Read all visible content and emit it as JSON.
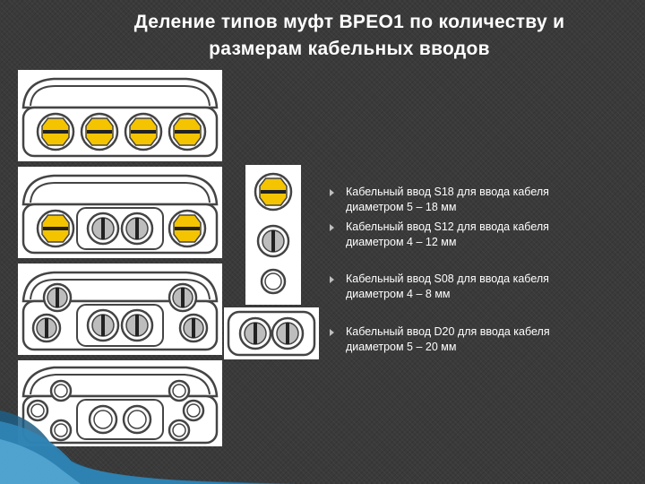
{
  "title": {
    "line1": "Деление типов муфт ВРЕО1 по количеству и",
    "line2": "размерам кабельных вводов"
  },
  "bullets": [
    {
      "line1": "Кабельный ввод S18 для ввода кабеля",
      "line2": "диаметром 5 – 18 мм"
    },
    {
      "line1": "Кабельный ввод S12 для ввода кабеля",
      "line2": "диаметром 4 – 12 мм"
    },
    {
      "line1": "Кабельный ввод S08 для ввода кабеля",
      "line2": "диаметром 4 – 8 мм"
    },
    {
      "line1": "Кабельный ввод D20 для ввода кабеля",
      "line2": "диаметром 5 – 20 мм"
    }
  ],
  "colors": {
    "background": "#3a3a3a",
    "title_text": "#ffffff",
    "bullet_text": "#ffffff",
    "gland_yellow": "#f5c400",
    "gland_grey": "#bdbdbd",
    "outline": "#444444",
    "accent_blue": "#2f86b8"
  },
  "icons": {
    "bullet": "triangle-bullet-icon",
    "s18": "yellow-gland-icon",
    "s12": "grey-gland-icon",
    "s08": "small-ring-gland-icon",
    "d20": "double-gland-icon"
  }
}
